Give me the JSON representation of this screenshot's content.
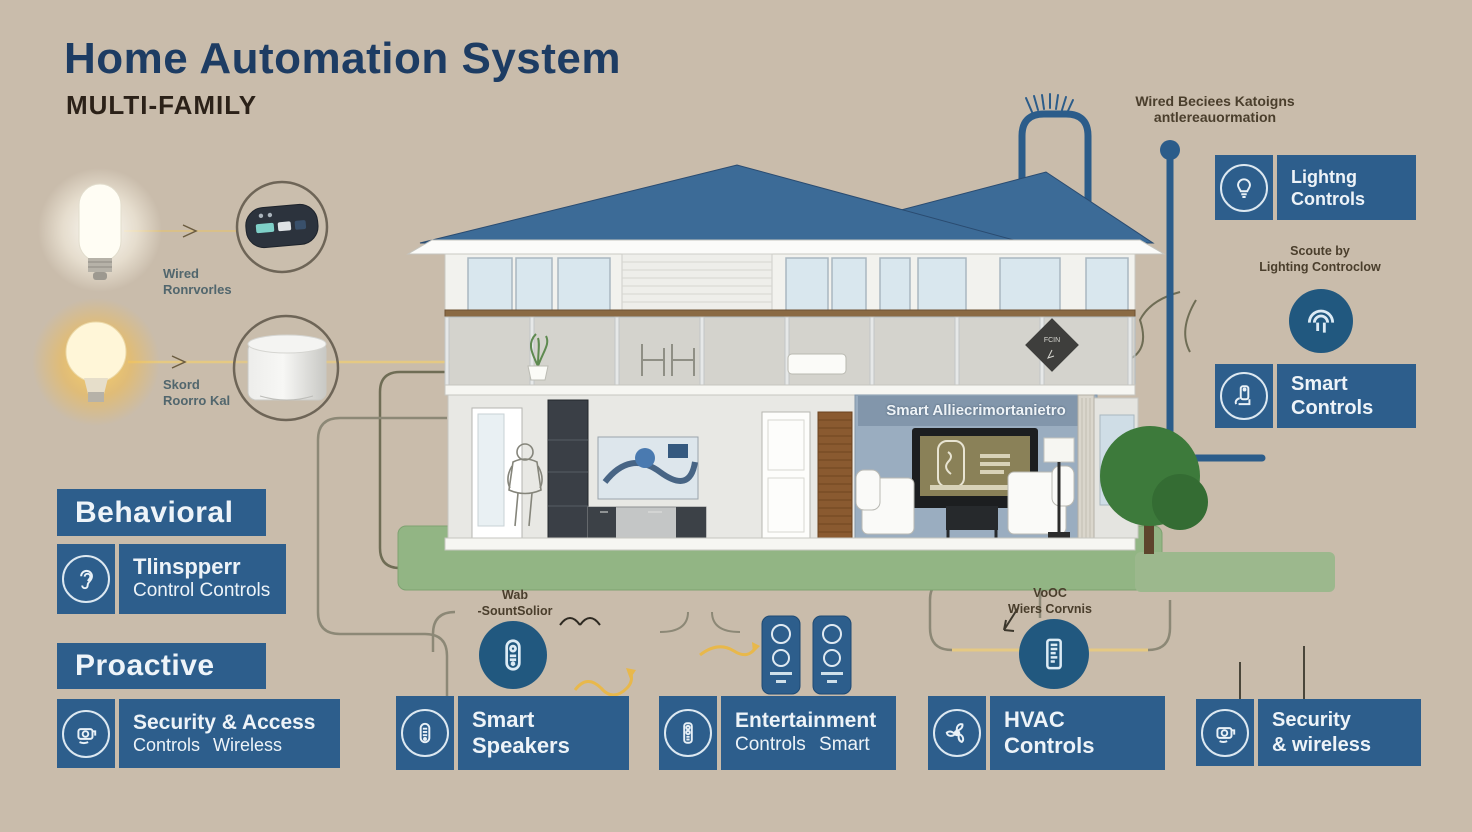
{
  "title": "Home Automation System",
  "subtitle": "MULTI-FAMILY",
  "annotations": {
    "top_right": [
      "Wired Beciees Katoigns",
      "antlereauormation"
    ],
    "lighting_note": [
      "Scoute by",
      "Lighting Controclow"
    ],
    "wired_device": [
      "Wired",
      "Ronrvorles"
    ],
    "smart_device": [
      "Skord",
      "Roorro Kal"
    ],
    "speakers_note": [
      "Wab",
      "-SountSolior"
    ],
    "hvac_note": [
      "VoOC",
      "Wiers Corvnis"
    ],
    "house_banner": "Smart Alliecrimortanietro",
    "diamond_sign": "FCIN"
  },
  "category_headers": [
    {
      "label": "Behavioral"
    },
    {
      "label": "Proactive"
    }
  ],
  "feature_boxes": [
    {
      "line1": "Lightng",
      "line2": "Controls",
      "icon": "lightbulb-icon"
    },
    {
      "line1": "Smart",
      "line2": "Controls",
      "icon": "remote-hand-icon"
    },
    {
      "line1": "Tlinspperr",
      "line2": "Control Controls",
      "icon": "ear-icon"
    },
    {
      "line1": "Security & Access",
      "line2": "Controls  Wireless",
      "icon": "security-camera-icon"
    },
    {
      "line1": "Smart",
      "line2": "Speakers",
      "icon": "speaker-icon"
    },
    {
      "line1": "Entertainment",
      "line2": "Controls  Smart",
      "icon": "remote-icon"
    },
    {
      "line1": "HVAC",
      "line2": "Controls",
      "icon": "fan-icon"
    },
    {
      "line1": "Security",
      "line2": "& wireless",
      "icon": "security-camera-icon"
    }
  ],
  "colors": {
    "background": "#c9bcab",
    "box_blue": "#2d5e8c",
    "title_navy": "#1d3c63",
    "roof_blue": "#3c6b97",
    "ground_green": "#92b584",
    "wire_yellow": "#e5c983",
    "wire_olive": "#6f6d55",
    "wire_navy": "#2b5c8a"
  }
}
